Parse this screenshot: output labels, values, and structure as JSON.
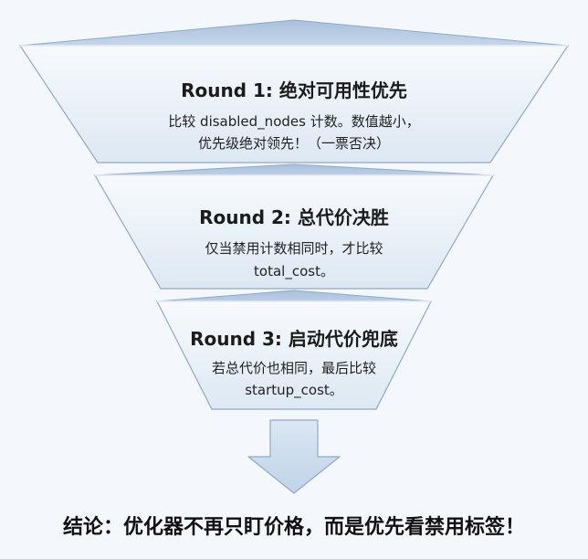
{
  "colors": {
    "background": "#f4f7fb",
    "band": "#eaf1f8",
    "band_edge": "#8fa9c7",
    "cap": "#b8cde4",
    "text": "#1b1b1b"
  },
  "rounds": [
    {
      "title": "Round 1: 绝对可用性优先",
      "desc": [
        "比较 disabled_nodes 计数。数值越小，",
        "优先级绝对领先！（一票否决）"
      ]
    },
    {
      "title": "Round 2: 总代价决胜",
      "desc": [
        "仅当禁用计数相同时，才比较",
        "total_cost。"
      ]
    },
    {
      "title": "Round 3: 启动代价兜底",
      "desc": [
        "若总代价也相同，最后比较",
        "startup_cost。"
      ]
    }
  ],
  "conclusion": "结论：优化器不再只盯价格，而是优先看禁用标签！"
}
